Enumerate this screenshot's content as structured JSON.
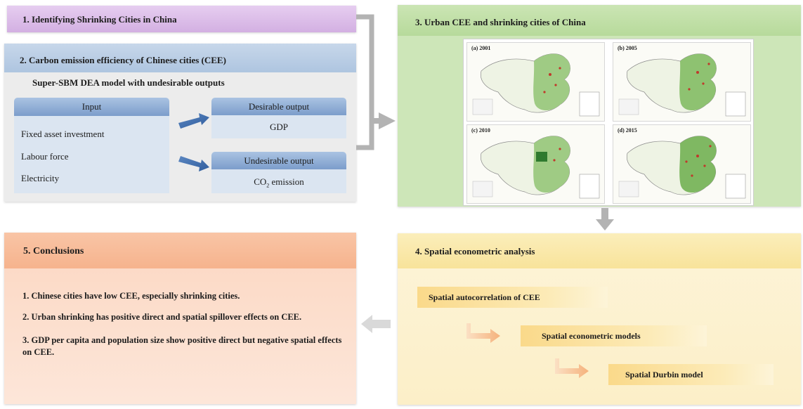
{
  "panel1": {
    "title": "1. Identifying Shrinking Cities in China",
    "color": "#d3b0e2"
  },
  "panel2": {
    "title": "2. Carbon emission efficiency of Chinese cities (CEE)",
    "subtitle": "Super-SBM DEA model with undesirable outputs",
    "input": {
      "header": "Input",
      "items": [
        "Fixed asset investment",
        "Labour force",
        "Electricity"
      ]
    },
    "desirable": {
      "header": "Desirable output",
      "value": "GDP"
    },
    "undesirable": {
      "header": "Undesirable output",
      "value_prefix": "CO",
      "value_sub": "2",
      "value_suffix": " emission"
    },
    "color": "#aec5e0"
  },
  "panel3": {
    "title": "3. Urban CEE and shrinking cities of China",
    "map_labels": [
      "(a) 2001",
      "(b) 2005",
      "(c) 2010",
      "(d) 2015"
    ],
    "color": "#b7da9b"
  },
  "panel4": {
    "title": "4. Spatial econometric analysis",
    "steps": [
      "Spatial autocorrelation of CEE",
      "Spatial econometric models",
      "Spatial Durbin model"
    ],
    "color": "#f8e39a"
  },
  "panel5": {
    "title": "5. Conclusions",
    "items": [
      "1.  Chinese cities have low CEE, especially shrinking cities.",
      "2. Urban shrinking has positive direct and spatial spillover effects on CEE.",
      "3. GDP per capita and population size show positive direct but negative spatial effects on CEE."
    ],
    "color": "#f6b38d"
  },
  "arrow_color": "#b3b3b3"
}
